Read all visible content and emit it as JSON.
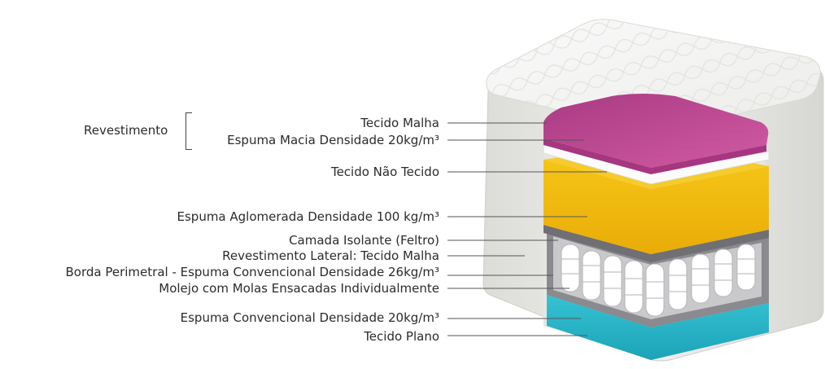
{
  "group": {
    "label": "Revestimento"
  },
  "layers": [
    {
      "id": "tecido-malha",
      "label": "Tecido Malha"
    },
    {
      "id": "espuma-macia",
      "label": "Espuma Macia Densidade 20kg/m³"
    },
    {
      "id": "tecido-nao-tecido",
      "label": "Tecido Não Tecido"
    },
    {
      "id": "espuma-aglomerada",
      "label": "Espuma Aglomerada Densidade 100 kg/m³"
    },
    {
      "id": "camada-isolante",
      "label": "Camada Isolante (Feltro)"
    },
    {
      "id": "revestimento-lateral",
      "label": "Revestimento Lateral: Tecido Malha"
    },
    {
      "id": "borda-perimetral",
      "label": "Borda Perimetral - Espuma Convencional Densidade 26kg/m³"
    },
    {
      "id": "molejo",
      "label": "Molejo com Molas Ensacadas Individualmente"
    },
    {
      "id": "espuma-convencional",
      "label": "Espuma Convencional Densidade 20kg/m³"
    },
    {
      "id": "tecido-plano",
      "label": "Tecido Plano"
    }
  ],
  "colors": {
    "magenta_foam": "#c8519a",
    "yellow_foam": "#f2c012",
    "cyan_foam": "#27b5c9",
    "felt": "#7b7b80",
    "fabric": "#eeeeec",
    "leader_line": "#555555"
  }
}
